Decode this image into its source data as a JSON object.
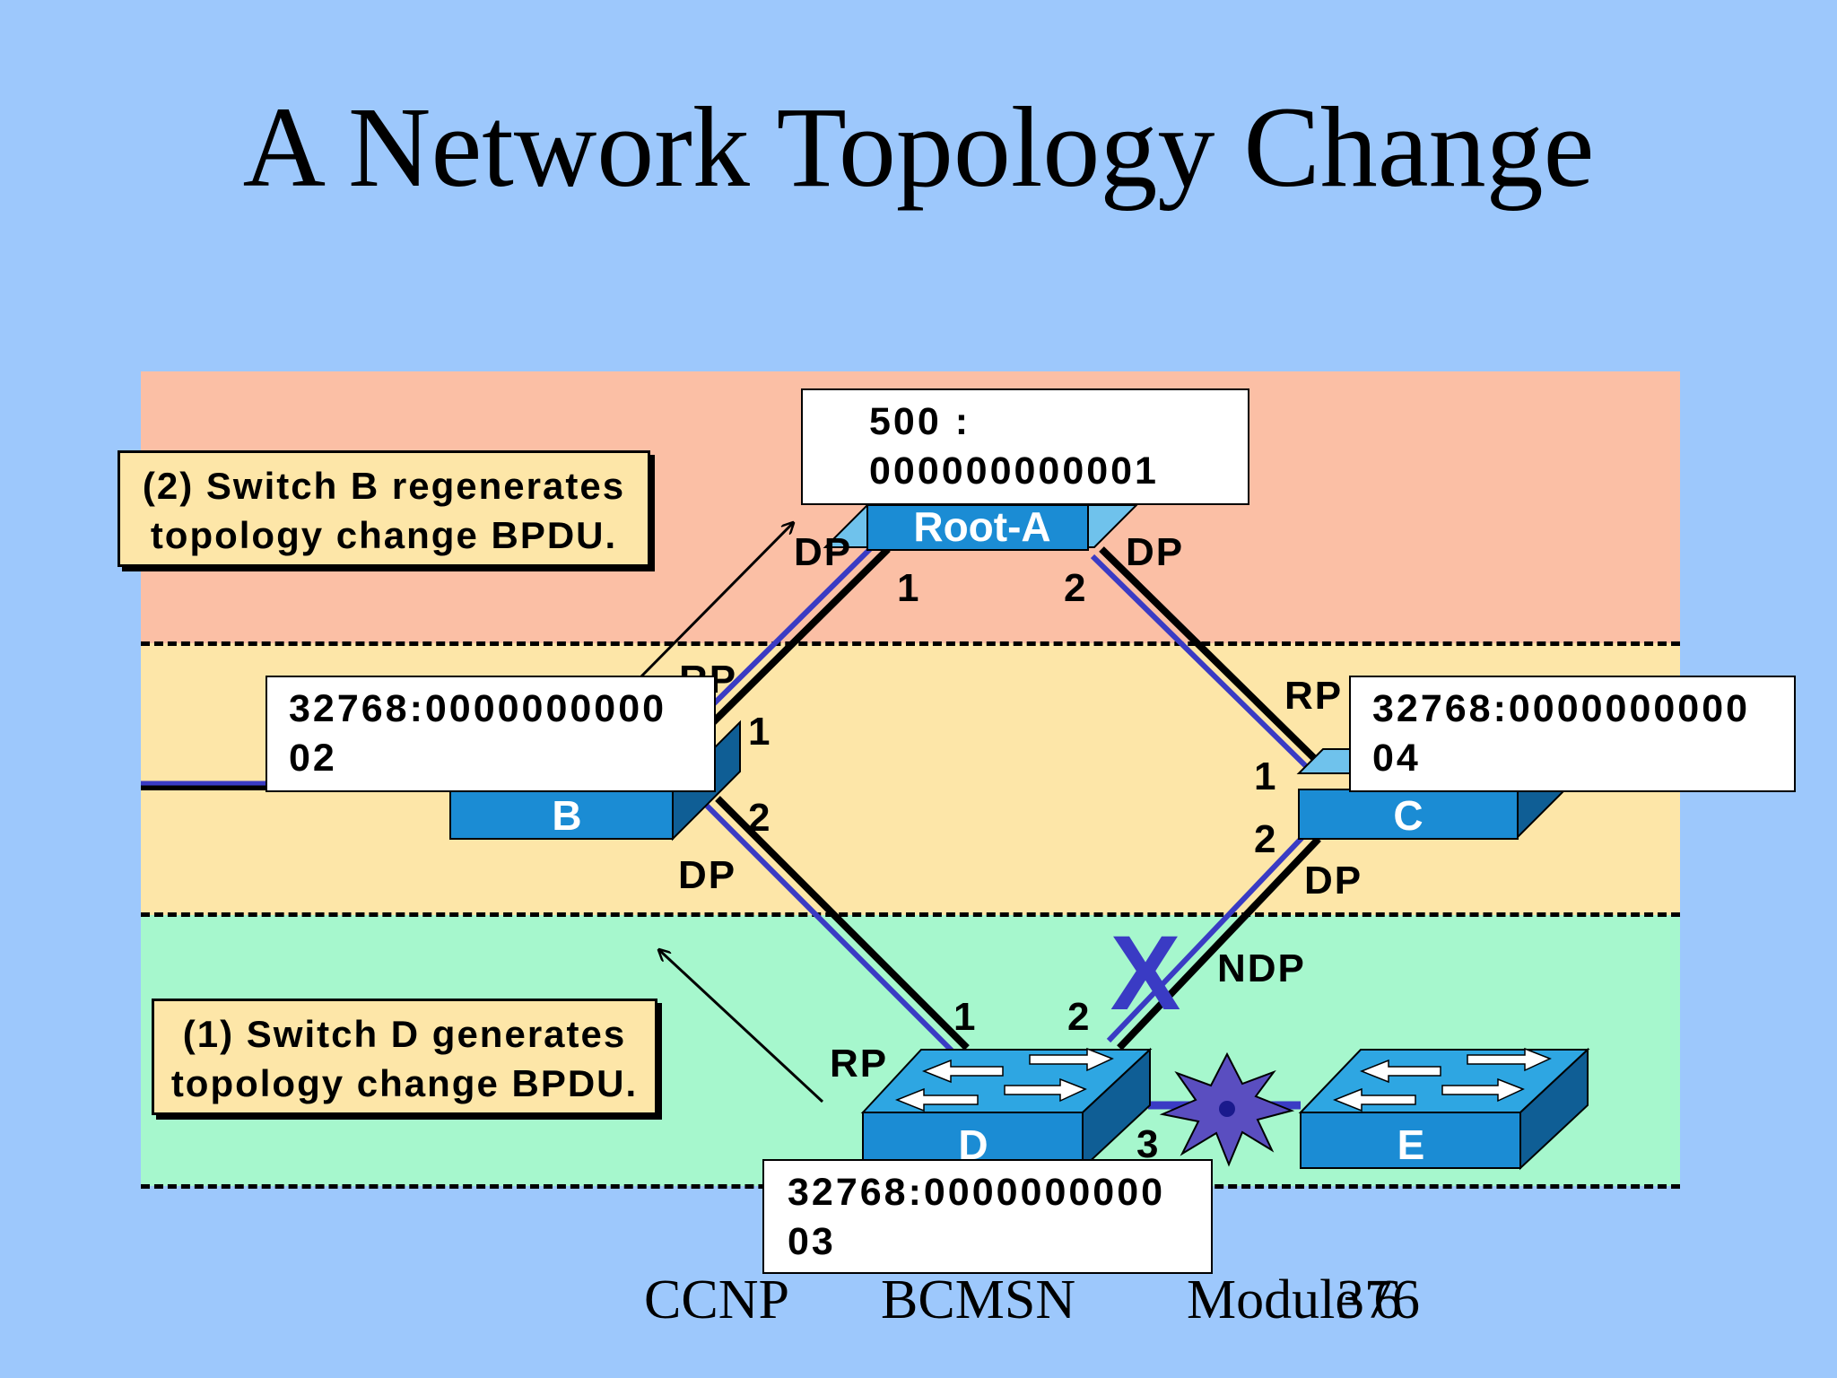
{
  "title": "A Network Topology Change",
  "notes": {
    "switch_b": [
      "(2) Switch B regenerates",
      "topology change BPDU."
    ],
    "switch_d": [
      "(1) Switch D generates",
      "topology change BPDU."
    ]
  },
  "bridge_ids": {
    "root_a": [
      "500 :",
      "000000000001"
    ],
    "b": [
      "32768:0000000000",
      "02"
    ],
    "c": [
      "32768:0000000000",
      "04"
    ],
    "d": [
      "32768:0000000000",
      "03"
    ]
  },
  "switches": {
    "a": "Root-A",
    "b": "B",
    "c": "C",
    "d": "D",
    "e": "E"
  },
  "port_roles": {
    "a_1": "DP",
    "a_2": "DP",
    "b_1": "RP",
    "b_2": "DP",
    "c_1": "RP",
    "c_2": "DP",
    "d_1": "RP",
    "d_2": "NDP"
  },
  "port_numbers": {
    "a_1": "1",
    "a_2": "2",
    "b_1": "1",
    "b_2": "2",
    "c_1": "1",
    "c_2": "2",
    "d_1": "1",
    "d_2": "2",
    "d_3": "3"
  },
  "blocked_marker": "X",
  "footer": {
    "left": "CCNP",
    "center": "BCMSN",
    "right_a": "Module 6",
    "right_b": "376"
  },
  "colors": {
    "background": "#9dc8fc",
    "band_top": "#fbbfa5",
    "band_middle": "#fde6a8",
    "band_bottom": "#a6f7cd",
    "switch": "#1b8cd4",
    "link_blue": "#3a3bc4",
    "burst": "#5a4ec0"
  }
}
